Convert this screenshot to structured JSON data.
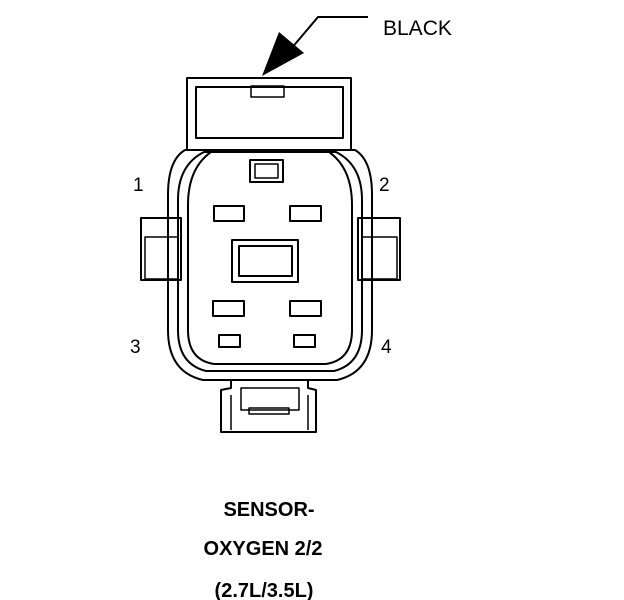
{
  "callout": {
    "wire_color": "BLACK"
  },
  "pins": {
    "p1": "1",
    "p2": "2",
    "p3": "3",
    "p4": "4"
  },
  "caption": {
    "line1": "SENSOR-",
    "line2": "OXYGEN 2/2",
    "line3": "(2.7L/3.5L)"
  },
  "colors": {
    "ink": "#000000",
    "background": "#ffffff"
  }
}
